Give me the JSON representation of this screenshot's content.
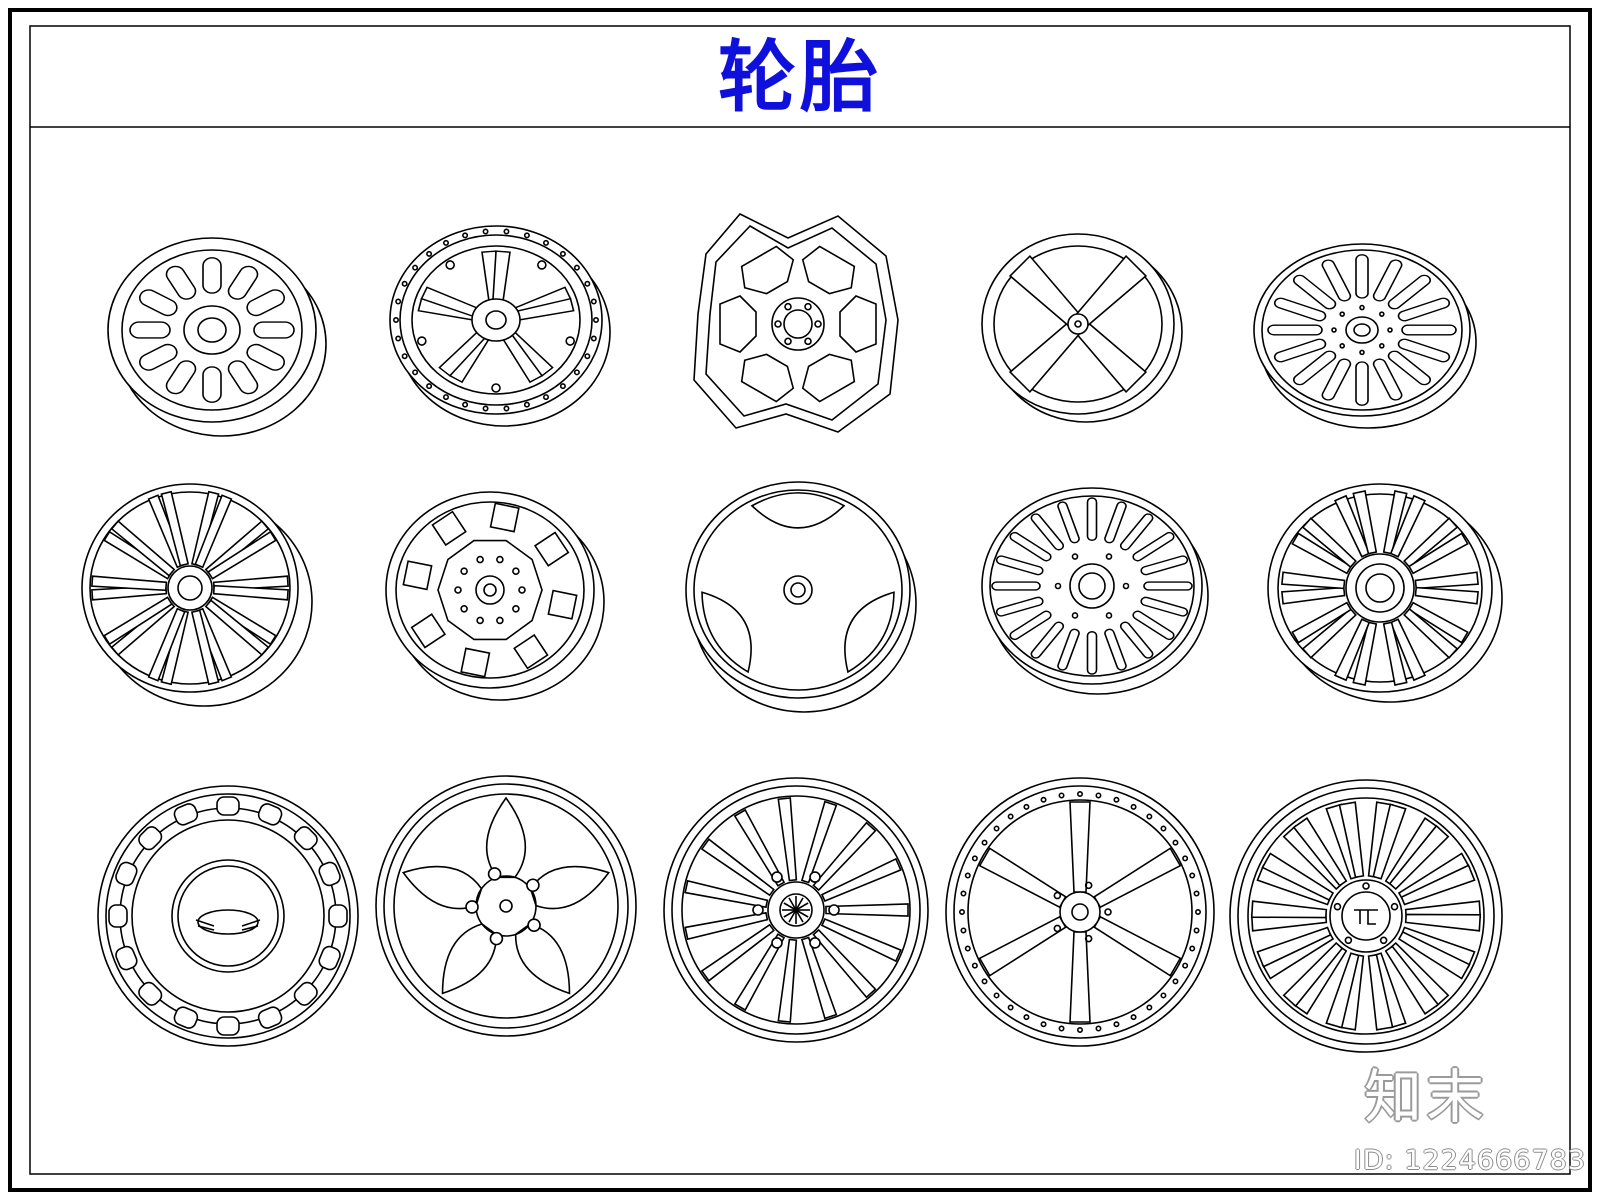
{
  "title": "轮胎",
  "watermark": {
    "brand": "知末",
    "id_text": "ID: 1224666783"
  },
  "colors": {
    "title": "#1010dd",
    "line": "#000000",
    "paper": "#ffffff"
  },
  "wheels": [
    {
      "style": "lattice-oval"
    },
    {
      "style": "twin-spoke-bolted-rim"
    },
    {
      "style": "hexagon-cutout"
    },
    {
      "style": "four-spoke"
    },
    {
      "style": "dotted-slot-disc"
    },
    {
      "style": "multi-spoke-deep"
    },
    {
      "style": "polygon-window"
    },
    {
      "style": "three-spoke-propeller"
    },
    {
      "style": "bottle-slot-disc"
    },
    {
      "style": "split-spoke-disc"
    },
    {
      "style": "steel-hubcap-badge"
    },
    {
      "style": "five-star-curved"
    },
    {
      "style": "fifteen-spoke"
    },
    {
      "style": "six-spoke-bolted"
    },
    {
      "style": "split-spoke-badge"
    }
  ]
}
